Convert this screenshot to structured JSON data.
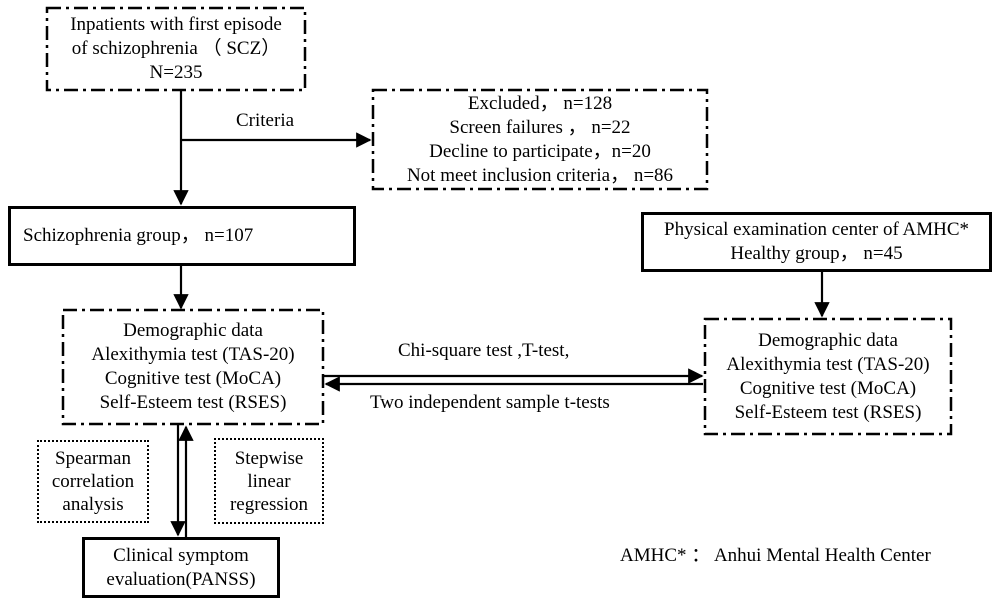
{
  "inpatients": {
    "line1": "Inpatients with first episode",
    "line2": "of schizophrenia （ SCZ）",
    "line3": "N=235"
  },
  "criteria_label": "Criteria",
  "excluded": {
    "line1": "Excluded， n=128",
    "line2": "Screen failures ， n=22",
    "line3": "Decline to participate，n=20",
    "line4": "Not meet inclusion criteria， n=86"
  },
  "scz_group": "Schizophrenia group， n=107",
  "healthy_source": {
    "line1": "Physical examination center of AMHC*",
    "line2": "Healthy group， n=45"
  },
  "scz_tests": {
    "line1": "Demographic data",
    "line2": "Alexithymia test (TAS-20)",
    "line3": "Cognitive test (MoCA)",
    "line4": "Self-Esteem test (RSES)"
  },
  "healthy_tests": {
    "line1": "Demographic data",
    "line2": "Alexithymia test (TAS-20)",
    "line3": "Cognitive test (MoCA)",
    "line4": "Self-Esteem test (RSES)"
  },
  "comparison_top": "Chi-square test ,T-test,",
  "comparison_bottom": "Two independent sample t-tests",
  "spearman": {
    "line1": "Spearman",
    "line2": "correlation",
    "line3": "analysis"
  },
  "stepwise": {
    "line1": "Stepwise",
    "line2": "linear",
    "line3": "regression"
  },
  "panss": {
    "line1": "Clinical  symptom",
    "line2": "evaluation(PANSS)"
  },
  "footnote": "AMHC* ： Anhui Mental Health Center"
}
